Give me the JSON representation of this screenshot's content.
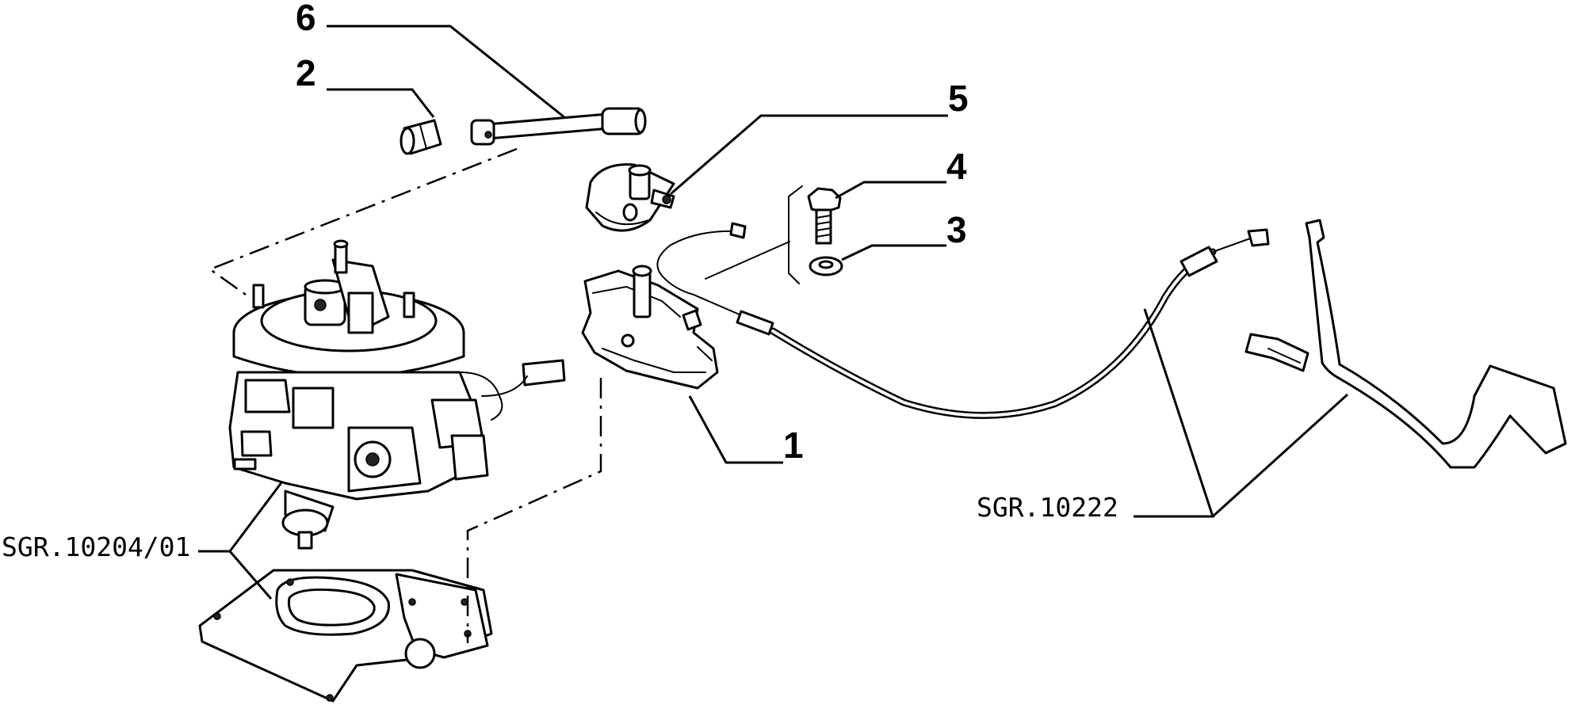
{
  "callouts": {
    "c1": "1",
    "c2": "2",
    "c3": "3",
    "c4": "4",
    "c5": "5",
    "c6": "6"
  },
  "references": {
    "carburettor_group": "SGR.10204/01",
    "accelerator_group": "SGR.10222"
  }
}
